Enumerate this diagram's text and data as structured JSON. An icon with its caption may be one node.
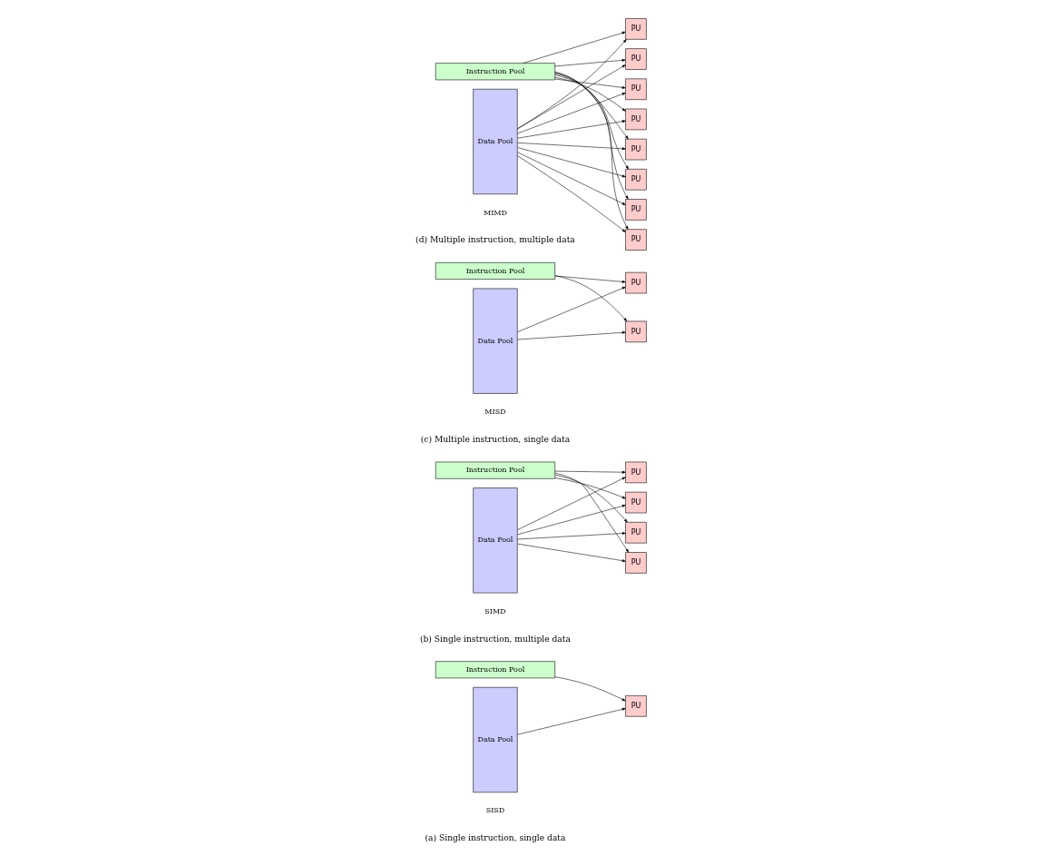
{
  "diagram": {
    "nodes": [
      {
        "text": [
          "Instruction Pool"
        ]
      },
      {
        "text": [
          "Data Pool"
        ]
      },
      {
        "text": [
          "PU"
        ]
      },
      {
        "text": [
          "Instruction Pool"
        ]
      },
      {
        "text": [
          "Data Pool"
        ]
      },
      {
        "text": [
          "PU"
        ]
      },
      {
        "text": [
          "PU"
        ]
      },
      {
        "text": [
          "PU"
        ]
      },
      {
        "text": [
          "PU"
        ]
      },
      {
        "text": [
          "Instruction Pool"
        ]
      },
      {
        "text": [
          "Data Pool"
        ]
      },
      {
        "text": [
          "PU"
        ]
      },
      {
        "text": [
          "PU"
        ]
      },
      {
        "text": [
          "Instruction Pool"
        ]
      },
      {
        "text": [
          "Data Pool"
        ]
      },
      {
        "text": [
          "PU"
        ]
      },
      {
        "text": [
          "PU"
        ]
      },
      {
        "text": [
          "PU"
        ]
      },
      {
        "text": [
          "PU"
        ]
      },
      {
        "text": [
          "PU"
        ]
      },
      {
        "text": [
          "PU"
        ]
      },
      {
        "text": [
          "PU"
        ]
      },
      {
        "text": [
          "PU"
        ]
      }
    ],
    "edges": [
      {
        "from": 1,
        "to": 2,
        "arrow": "to"
      },
      {
        "from": 0,
        "to": 2,
        "arrow": "to"
      },
      {
        "from": 4,
        "to": 5,
        "arrow": "to"
      },
      {
        "from": 4,
        "to": 6,
        "arrow": "to"
      },
      {
        "from": 4,
        "to": 7,
        "arrow": "to"
      },
      {
        "from": 4,
        "to": 8,
        "arrow": "to"
      },
      {
        "from": 3,
        "to": 5,
        "arrow": "to"
      },
      {
        "from": 3,
        "to": 6,
        "arrow": "to"
      },
      {
        "from": 3,
        "to": 7,
        "arrow": "to"
      },
      {
        "from": 3,
        "to": 8,
        "arrow": "to"
      },
      {
        "from": 9,
        "to": 11,
        "arrow": "to"
      },
      {
        "from": 9,
        "to": 12,
        "arrow": "to"
      },
      {
        "from": 10,
        "to": 11,
        "arrow": "to"
      },
      {
        "from": 10,
        "to": 12,
        "arrow": "to"
      },
      {
        "from": 14,
        "to": 15,
        "arrow": "to"
      },
      {
        "from": 14,
        "to": 16,
        "arrow": "to"
      },
      {
        "from": 14,
        "to": 17,
        "arrow": "to"
      },
      {
        "from": 14,
        "to": 18,
        "arrow": "to"
      },
      {
        "from": 14,
        "to": 19,
        "arrow": "to"
      },
      {
        "from": 14,
        "to": 20,
        "arrow": "to"
      },
      {
        "from": 14,
        "to": 21,
        "arrow": "to"
      },
      {
        "from": 14,
        "to": 22,
        "arrow": "to"
      },
      {
        "from": 13,
        "to": 15,
        "arrow": "to"
      },
      {
        "from": 13,
        "to": 17,
        "arrow": "to"
      },
      {
        "from": 13,
        "to": 19,
        "arrow": "to"
      },
      {
        "from": 13,
        "to": 21,
        "arrow": "to"
      },
      {
        "from": 13,
        "to": 16,
        "arrow": "to"
      },
      {
        "from": 13,
        "to": 18,
        "arrow": "to"
      },
      {
        "from": 13,
        "to": 20,
        "arrow": "to"
      },
      {
        "from": 13,
        "to": 22,
        "arrow": "to"
      }
    ],
    "labels": [
      "SISD",
      "(a) Single instruction, single data",
      "SIMD",
      "(b) Single instruction, multiple data",
      "MISD",
      "(c) Multiple instruction, single data",
      "MIMD",
      "(d) Multiple instruction, multiple data"
    ]
  }
}
